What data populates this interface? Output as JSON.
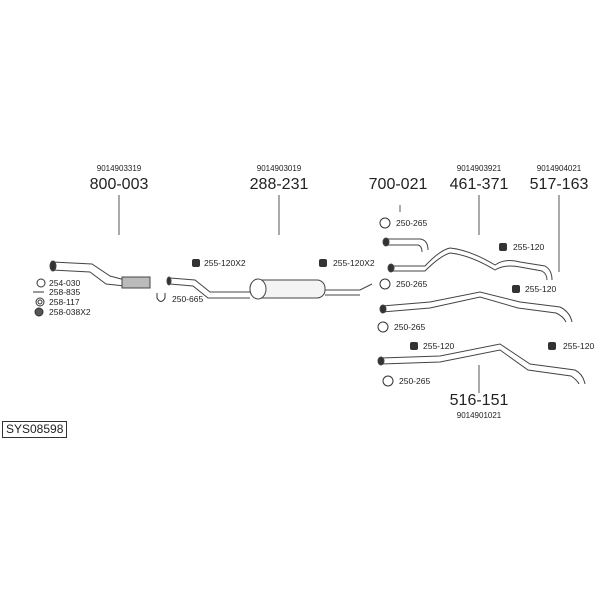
{
  "diagram_id": "SYS08598",
  "parts": [
    {
      "oe": "9014903319",
      "number": "800-003"
    },
    {
      "oe": "9014903019",
      "number": "288-231"
    },
    {
      "oe": "",
      "number": "700-021"
    },
    {
      "oe": "9014903921",
      "number": "461-371"
    },
    {
      "oe": "9014904021",
      "number": "517-163"
    },
    {
      "oe": "9014901021",
      "number": "516-151"
    }
  ],
  "accessories": {
    "a254_030": "254-030",
    "a258_835": "258-835",
    "a258_117": "258-117",
    "a258_038": "258-038X2",
    "a250_665": "250-665",
    "a255_120x2_a": "255-120X2",
    "a255_120x2_b": "255-120X2",
    "a250_265_1": "250-265",
    "a250_265_2": "250-265",
    "a250_265_3": "250-265",
    "a250_265_4": "250-265",
    "a255_120_1": "255-120",
    "a255_120_2": "255-120",
    "a255_120_3": "255-120",
    "a255_120_4": "255-120"
  }
}
